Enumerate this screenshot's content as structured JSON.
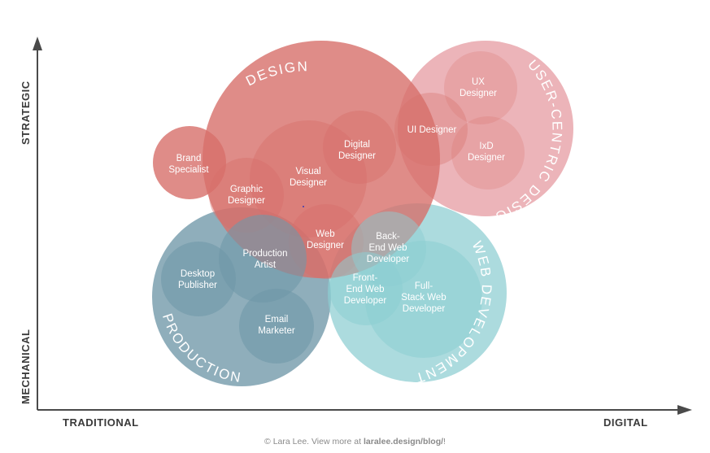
{
  "axes": {
    "y_top": "STRATEGIC",
    "y_bottom": "MECHANICAL",
    "x_left": "TRADITIONAL",
    "x_right": "DIGITAL"
  },
  "groups": {
    "design": "DESIGN",
    "user_centric": "USER-CENTRIC DESIGN",
    "web_development": "WEB DEVELOPMENT",
    "production": "PRODUCTION"
  },
  "roles": {
    "brand_specialist": [
      "Brand",
      "Specialist"
    ],
    "graphic_designer": [
      "Graphic",
      "Designer"
    ],
    "visual_designer": [
      "Visual",
      "Designer"
    ],
    "digital_designer": [
      "Digital",
      "Designer"
    ],
    "ui_designer": [
      "UI Designer"
    ],
    "ux_designer": [
      "UX",
      "Designer"
    ],
    "ixd_designer": [
      "IxD",
      "Designer"
    ],
    "web_designer": [
      "Web",
      "Designer"
    ],
    "production_artist": [
      "Production",
      "Artist"
    ],
    "desktop_publisher": [
      "Desktop",
      "Publisher"
    ],
    "email_marketer": [
      "Email",
      "Marketer"
    ],
    "back_end_web_developer": [
      "Back-",
      "End Web",
      "Developer"
    ],
    "front_end_web_developer": [
      "Front-",
      "End Web",
      "Developer"
    ],
    "full_stack_web_developer": [
      "Full-",
      "Stack Web",
      "Developer"
    ]
  },
  "colors": {
    "design": "#d76f6a",
    "user_centric": "#e8a3aa",
    "web_development": "#8ccdd1",
    "production": "#6f97a8",
    "axis": "#4a4a4a"
  },
  "footer": {
    "prefix": "© Lara Lee. View more at ",
    "link": "laralee.design/blog/",
    "suffix": "!"
  }
}
